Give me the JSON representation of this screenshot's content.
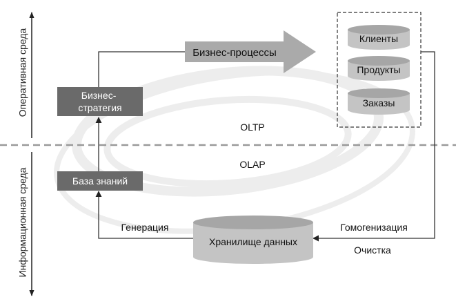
{
  "zones": {
    "operational": "Оперативная среда",
    "informational": "Информационная среда"
  },
  "nodes": {
    "business_strategy": [
      "Бизнес-",
      "стратегия"
    ],
    "knowledge_base": "База знаний",
    "business_processes": "Бизнес-процессы",
    "clients": "Клиенты",
    "products": "Продукты",
    "orders": "Заказы",
    "data_warehouse": "Хранилище данных"
  },
  "labels": {
    "oltp": "OLTP",
    "olap": "OLAP",
    "generation": "Генерация",
    "homogenization": "Гомогенизация",
    "cleaning": "Очистка"
  },
  "colors": {
    "dark_box": "#6a6a6a",
    "cylinder_body": "#c4c4c4",
    "cylinder_top": "#a6a6a6",
    "arrow_fill": "#aaaaaa",
    "line": "#333333",
    "divider": "#999999",
    "swirl": "#ececec"
  }
}
